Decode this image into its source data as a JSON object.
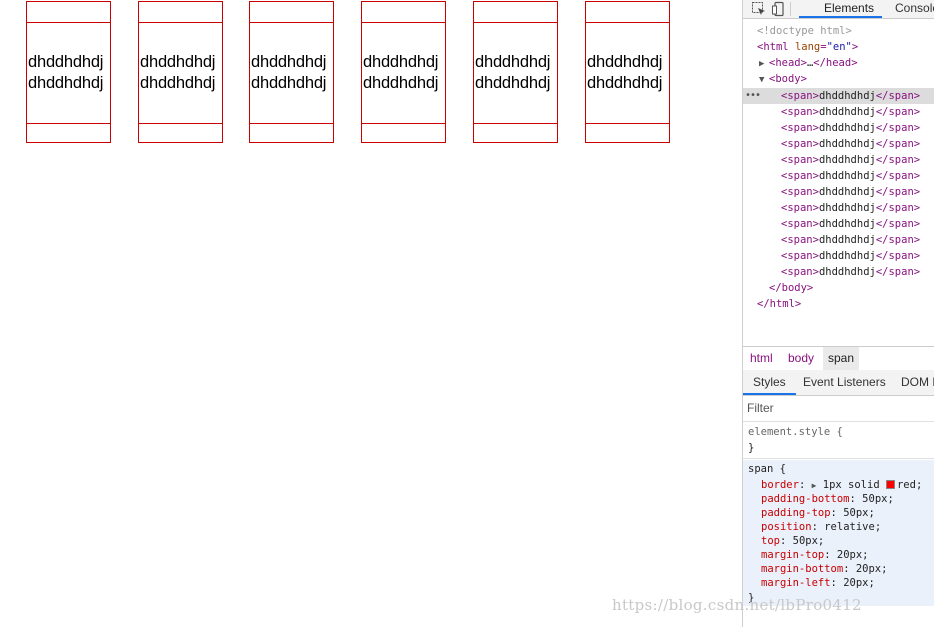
{
  "page_boxes": [
    {
      "line1": "dhddhdhdj",
      "line2": "dhddhdhdj"
    },
    {
      "line1": "dhddhdhdj",
      "line2": "dhddhdhdj"
    },
    {
      "line1": "dhddhdhdj",
      "line2": "dhddhdhdj"
    },
    {
      "line1": "dhddhdhdj",
      "line2": "dhddhdhdj"
    },
    {
      "line1": "dhddhdhdj",
      "line2": "dhddhdhdj"
    },
    {
      "line1": "dhddhdhdj",
      "line2": "dhddhdhdj"
    }
  ],
  "devtools": {
    "tabs": {
      "elements": "Elements",
      "console": "Console"
    },
    "dom": {
      "doctype": "<!doctype html>",
      "html_open_tag": "<html ",
      "html_attr_name": "lang",
      "html_attr_eq": "=",
      "html_attr_value": "\"en\"",
      "html_open_close": ">",
      "head_open": "<head>",
      "head_ellipsis": "…",
      "head_close": "</head>",
      "body_open": "<body>",
      "span_open": "<span>",
      "span_text": "dhddhdhdj",
      "span_close": "</span>",
      "body_close": "</body>",
      "html_close": "</html>",
      "selected_marker": "•••"
    },
    "crumbs": {
      "html": "html",
      "body": "body",
      "span": "span"
    },
    "sub_tabs": {
      "styles": "Styles",
      "event_listeners": "Event Listeners",
      "dom_breakpoints": "DOM Breakpoints"
    },
    "filter_placeholder": "Filter",
    "styles": {
      "element_style_selector": "element.style {",
      "close_brace": "}",
      "span_selector": "span {",
      "border_prop": "border",
      "border_value": "1px solid",
      "border_color_word": "red",
      "padding_bottom_prop": "padding-bottom",
      "padding_bottom_value": "50px",
      "padding_top_prop": "padding-top",
      "padding_top_value": "50px",
      "position_prop": "position",
      "position_value": "relative",
      "top_prop": "top",
      "top_value": "50px",
      "margin_top_prop": "margin-top",
      "margin_top_value": "20px",
      "margin_bottom_prop": "margin-bottom",
      "margin_bottom_value": "20px",
      "margin_left_prop": "margin-left",
      "margin_left_value": "20px",
      "swatch_color": "#ff0000"
    }
  },
  "watermark": "https://blog.csdn.net/lbPro0412"
}
